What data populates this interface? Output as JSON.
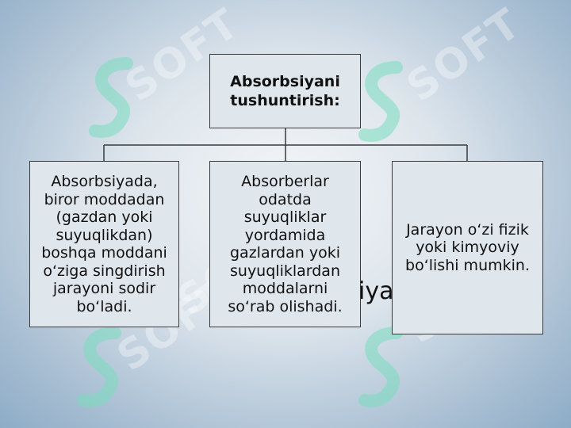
{
  "watermark": {
    "text": "SOFT",
    "icon": "soft-logo-icon"
  },
  "diagram": {
    "root": "Absorbsiyani tushuntirish:",
    "children": [
      "Absorbsiyada, biror moddadan (gazdan yoki suyuqlikdan) boshqa moddani o‘ziga singdirish jarayoni sodir bo‘ladi.",
      "Absorberlar odatda suyuqliklar yordamida gazlardan yoki suyuqliklardan moddalarni so‘rab olishadi.",
      "Jarayon o‘zi fizik yoki kimyoviy bo‘lishi mumkin."
    ]
  },
  "background_text": "iya",
  "colors": {
    "box_fill": "#dfe6ec",
    "box_border": "#3a3a3a",
    "connector": "#3a3a3a",
    "text": "#111111",
    "background_edge": "#8eacc6"
  }
}
